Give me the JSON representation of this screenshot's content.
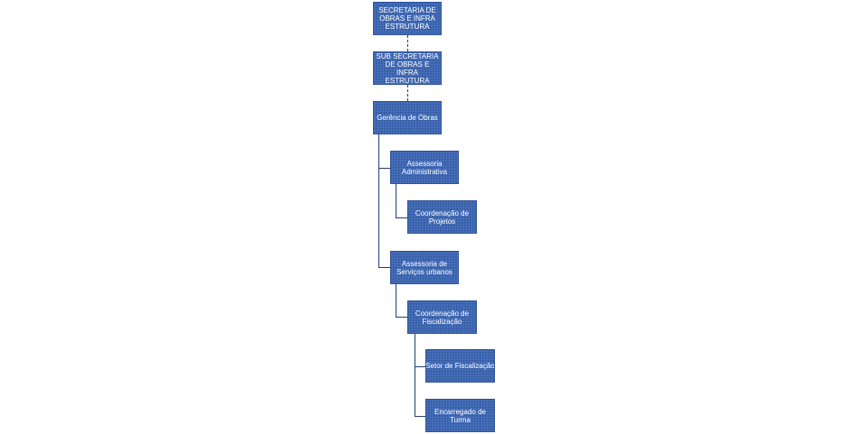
{
  "org_chart": {
    "nodes": [
      {
        "id": "secretaria",
        "label": "SECRETARIA DE OBRAS E INFRA ESTRUTURA"
      },
      {
        "id": "sub_secretaria",
        "label": "SUB SECRETARIA DE OBRAS E INFRA ESTRUTURA"
      },
      {
        "id": "gerencia_obras",
        "label": "Gerência de Obras"
      },
      {
        "id": "assessoria_administrativa",
        "label": "Assessoria Administrativa"
      },
      {
        "id": "coordenacao_projetos",
        "label": "Coordenação de Projetos"
      },
      {
        "id": "assessoria_servicos",
        "label": "Assessoria de Serviços urbanos"
      },
      {
        "id": "coordenacao_fiscalizacao",
        "label": "Coordenação de Fiscalização"
      },
      {
        "id": "setor_fiscalizacao",
        "label": "Setor de Fiscalização"
      },
      {
        "id": "encarregado_turma",
        "label": "Encarregado de Turma"
      }
    ],
    "node_color": "#3b67b4",
    "line_color": "#1f3f7a"
  }
}
